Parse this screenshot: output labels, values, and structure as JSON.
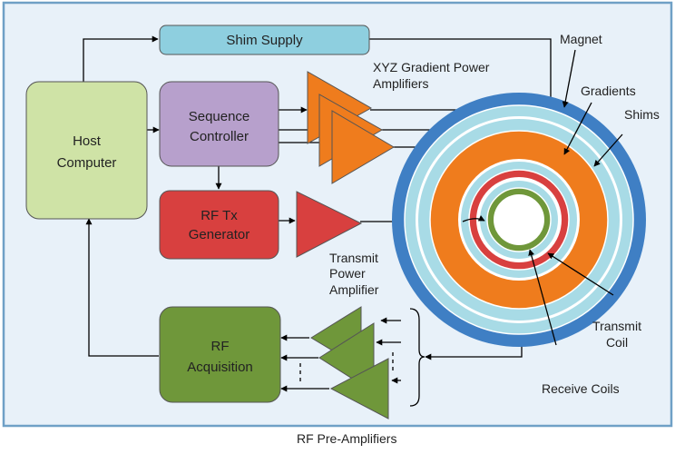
{
  "colors": {
    "background": "#e8f1f9",
    "frame": "#6fa0c6",
    "host_computer": "#cfe3a6",
    "shim_supply": "#8ecfdf",
    "sequence_controller": "#b7a0cc",
    "rf_tx": "#d8403f",
    "rf_acquisition": "#6f973a",
    "gradient_amp": "#ef7c1d",
    "transmit_amp": "#d8403f",
    "preamp": "#6f973a",
    "magnet_ring": "#3f7fc4",
    "shim_ring": "#a8dbe6",
    "gradient_ring": "#ef7c1d",
    "transmit_ring": "#d8403f",
    "receive_ring": "#6f973a",
    "arrow": "#000000"
  },
  "blocks": {
    "host_line1": "Host",
    "host_line2": "Computer",
    "shim_supply": "Shim Supply",
    "seq_line1": "Sequence",
    "seq_line2": "Controller",
    "rftx_line1": "RF Tx",
    "rftx_line2": "Generator",
    "rfacq_line1": "RF",
    "rfacq_line2": "Acquisition"
  },
  "labels": {
    "xyz_line1": "XYZ Gradient Power",
    "xyz_line2": "Amplifiers",
    "transmit_amp_line1": "Transmit",
    "transmit_amp_line2": "Power",
    "transmit_amp_line3": "Amplifier",
    "magnet": "Magnet",
    "gradients": "Gradients",
    "shims": "Shims",
    "transmit_coil_line1": "Transmit",
    "transmit_coil_line2": "Coil",
    "receive_coils": "Receive Coils",
    "preamps": "RF Pre-Amplifiers"
  }
}
